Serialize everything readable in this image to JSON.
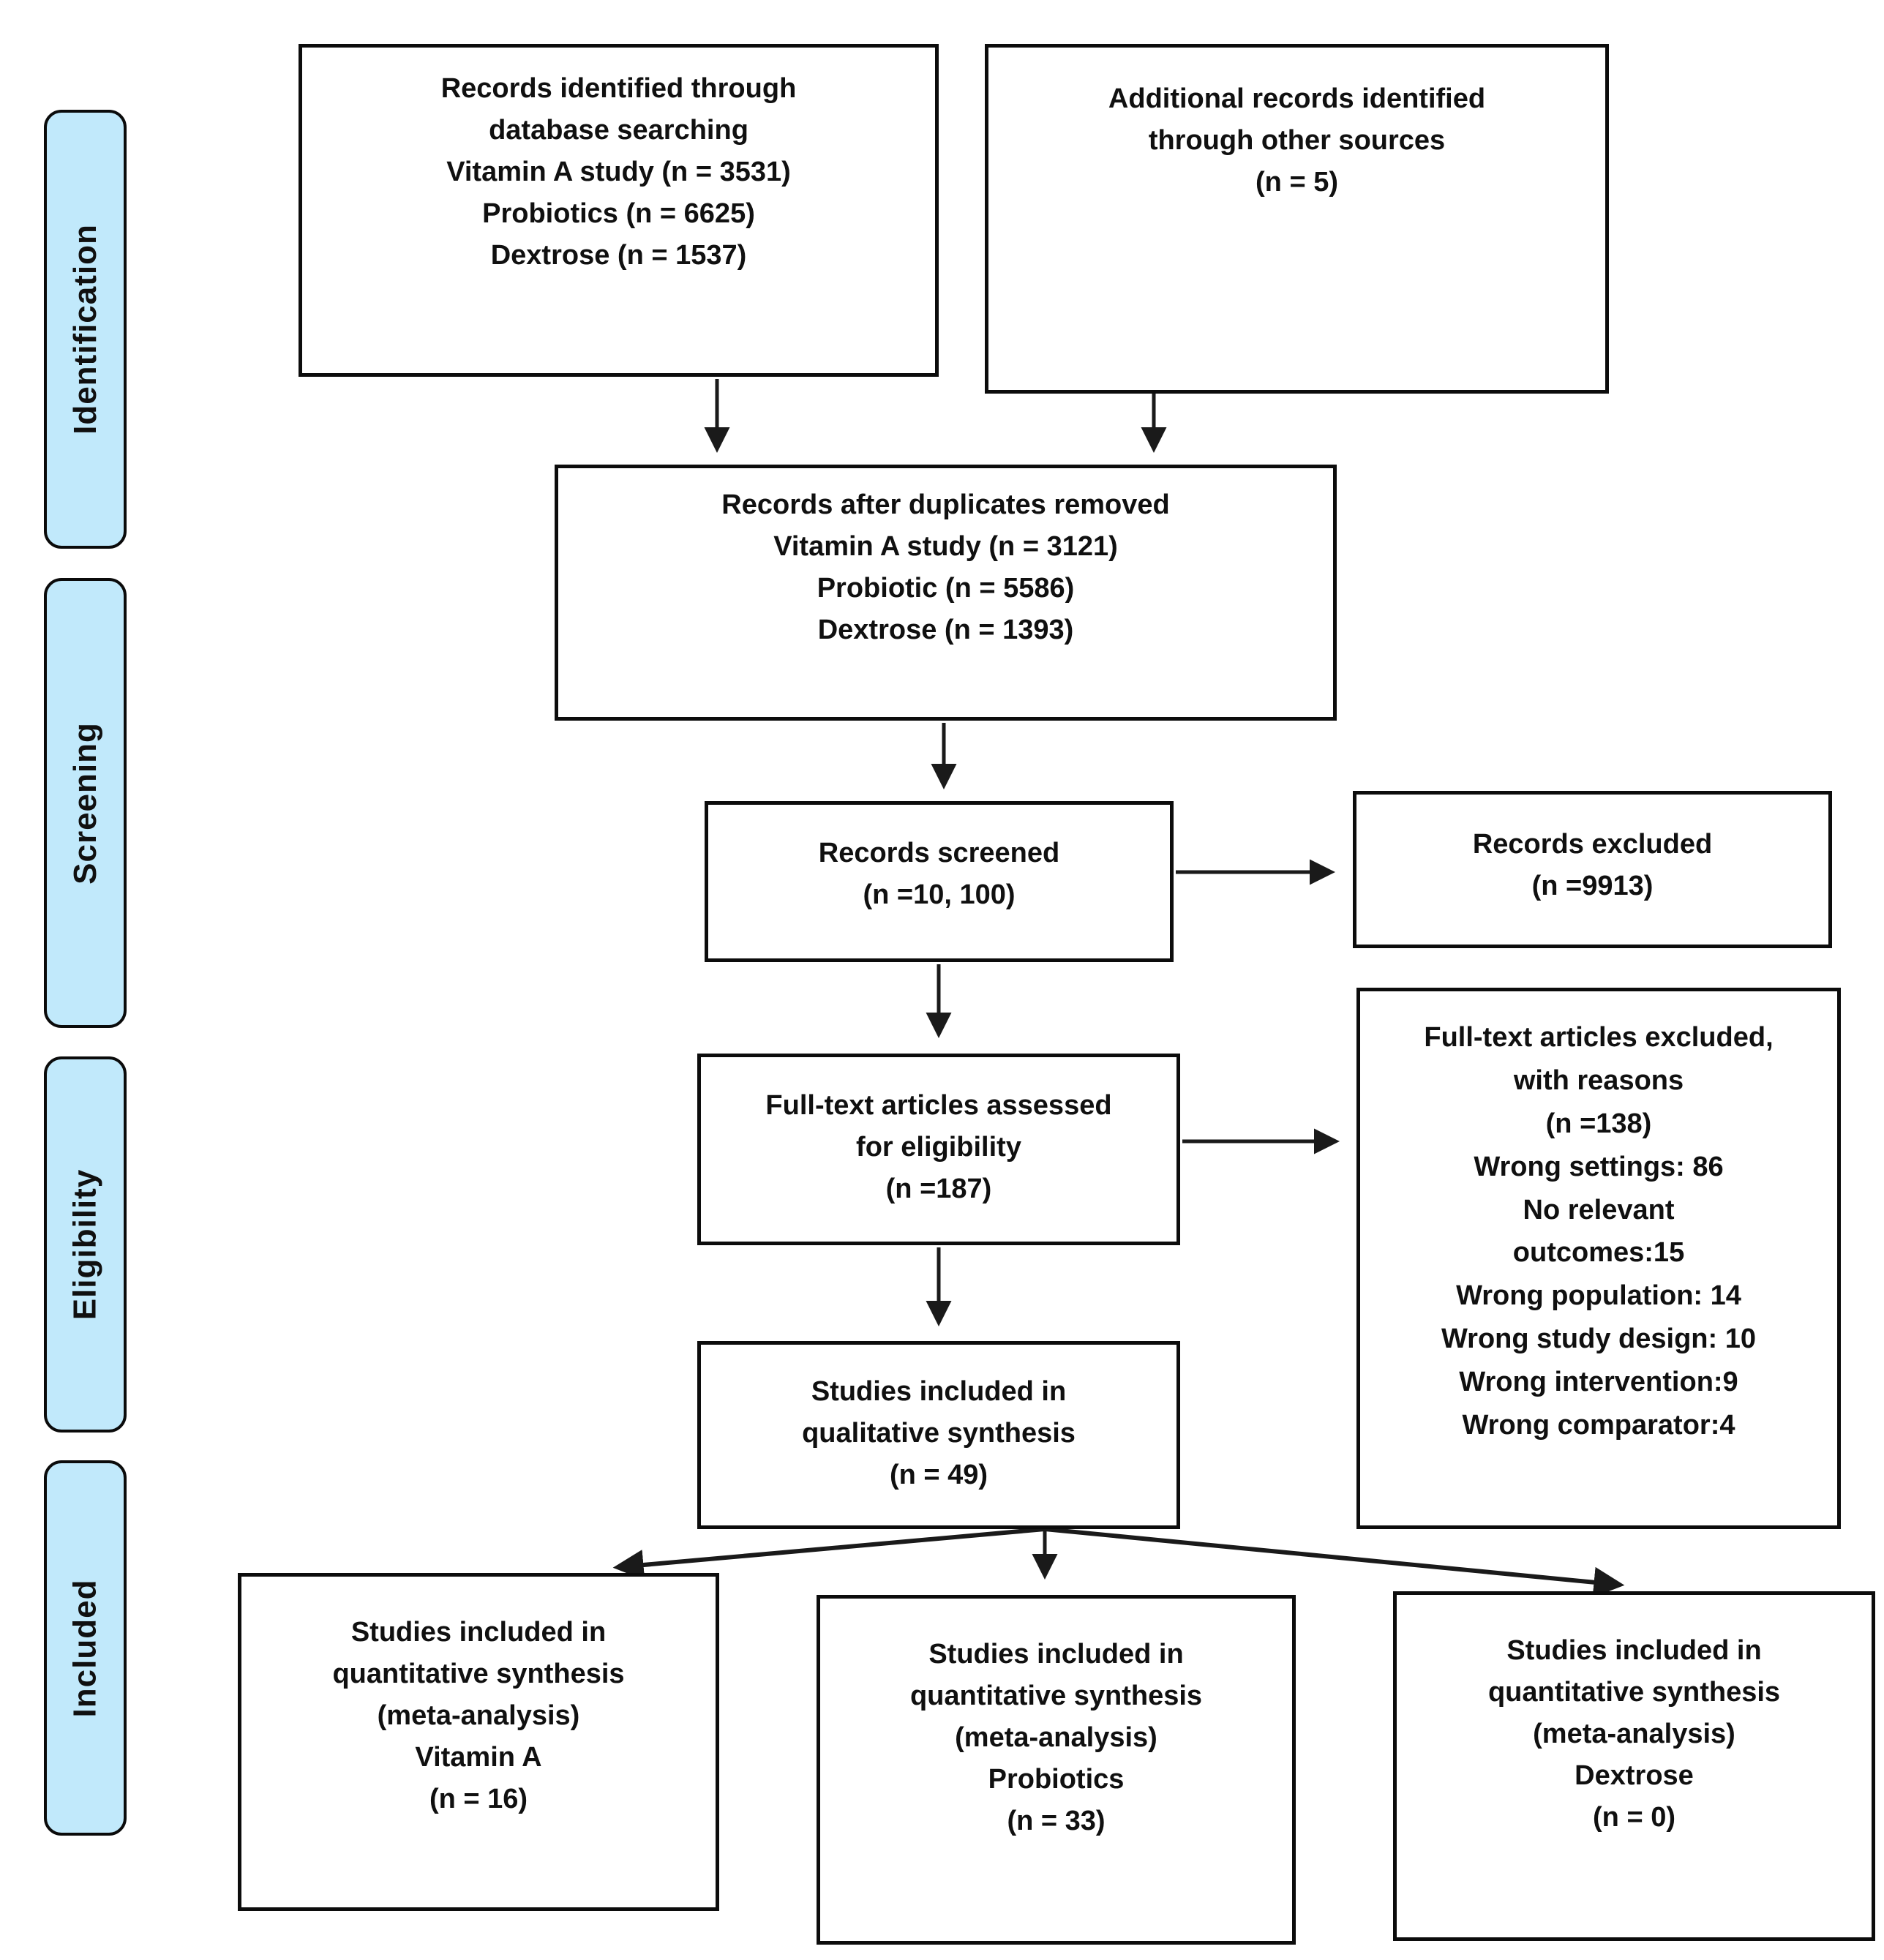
{
  "colors": {
    "stage_fill": "#C1E9FB",
    "stage_border": "#0B0B0B",
    "box_border": "#0C0C0C",
    "text": "#101010",
    "arrow": "#1A1A1A",
    "background": "#FFFFFF"
  },
  "stages": [
    {
      "label": "Identification"
    },
    {
      "label": "Screening"
    },
    {
      "label": "Eligibility"
    },
    {
      "label": "Included"
    }
  ],
  "boxes": {
    "identified": {
      "lines": [
        "Records identified through",
        "database searching",
        "Vitamin A study (n = 3531)",
        "Probiotics (n = 6625)",
        "Dextrose (n = 1537)"
      ]
    },
    "additional": {
      "lines": [
        "Additional records identified",
        "through other sources",
        "(n = 5)"
      ]
    },
    "duplicates": {
      "lines": [
        "Records after duplicates removed",
        "Vitamin A study (n = 3121)",
        "Probiotic (n = 5586)",
        "Dextrose (n = 1393)"
      ]
    },
    "screened": {
      "lines": [
        "Records screened",
        "(n =10, 100)"
      ]
    },
    "excluded": {
      "lines": [
        "Records excluded",
        "(n =9913)"
      ]
    },
    "fulltext": {
      "lines": [
        "Full-text articles assessed",
        "for eligibility",
        "(n =187)"
      ]
    },
    "fulltext_excluded": {
      "lines": [
        "Full-text articles excluded,",
        "with reasons",
        "(n =138)",
        "Wrong settings: 86",
        "No relevant",
        "outcomes:15",
        "Wrong population: 14",
        "Wrong study design: 10",
        "Wrong intervention:9",
        "Wrong comparator:4"
      ]
    },
    "qualitative": {
      "lines": [
        "Studies included in",
        "qualitative synthesis",
        "(n = 49)"
      ]
    },
    "quant_vitamin_a": {
      "lines": [
        "Studies included in",
        "quantitative synthesis",
        "(meta-analysis)",
        "Vitamin A",
        "(n = 16)"
      ]
    },
    "quant_probiotics": {
      "lines": [
        "Studies included in",
        "quantitative synthesis",
        "(meta-analysis)",
        "Probiotics",
        "(n = 33)"
      ]
    },
    "quant_dextrose": {
      "lines": [
        "Studies included in",
        "quantitative synthesis",
        "(meta-analysis)",
        "Dextrose",
        "(n = 0)"
      ]
    }
  }
}
